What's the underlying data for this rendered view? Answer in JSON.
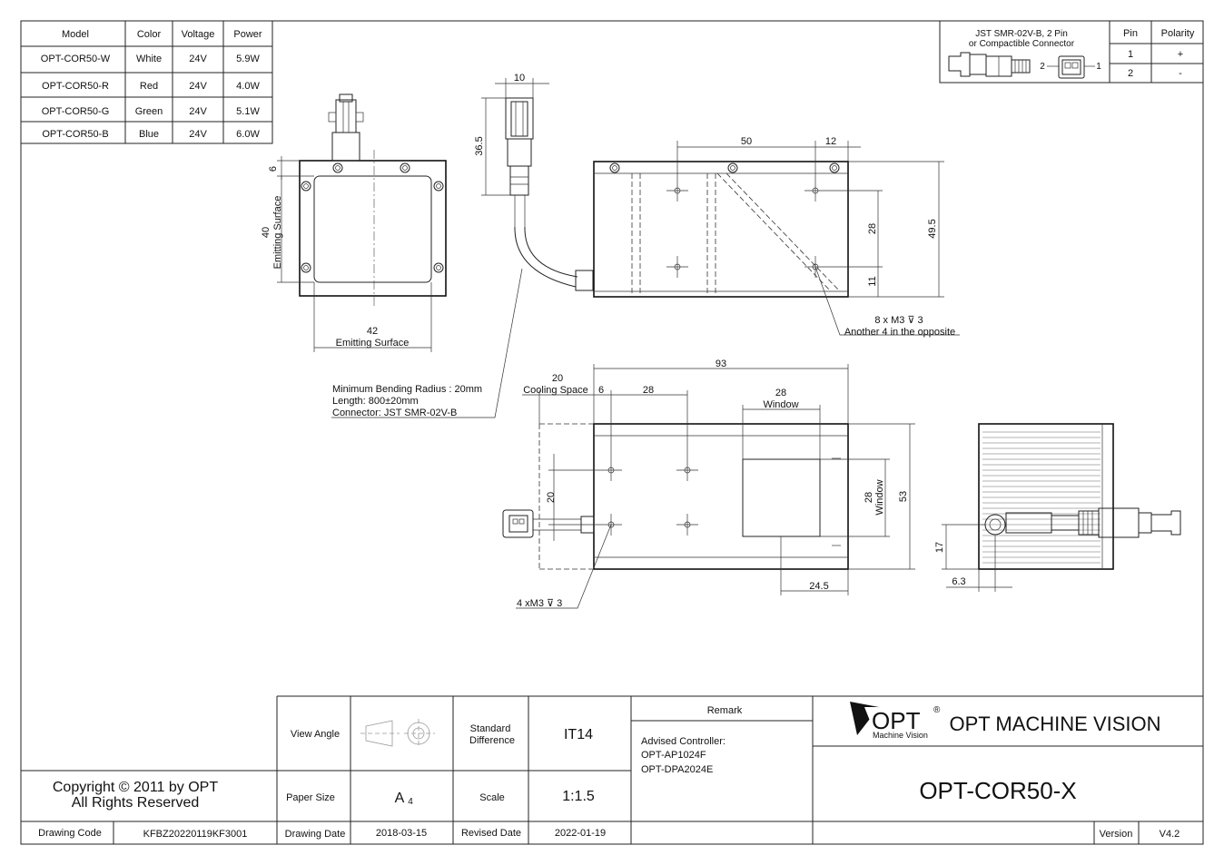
{
  "spec_table": {
    "headers": [
      "Model",
      "Color",
      "Voltage",
      "Power"
    ],
    "rows": [
      [
        "OPT-COR50-W",
        "White",
        "24V",
        "5.9W"
      ],
      [
        "OPT-COR50-R",
        "Red",
        "24V",
        "4.0W"
      ],
      [
        "OPT-COR50-G",
        "Green",
        "24V",
        "5.1W"
      ],
      [
        "OPT-COR50-B",
        "Blue",
        "24V",
        "6.0W"
      ]
    ]
  },
  "connector_box": {
    "title_line1": "JST SMR-02V-B, 2 Pin",
    "title_line2": "or Compactible Connector",
    "pin_header": "Pin",
    "polarity_header": "Polarity",
    "pins": [
      {
        "pin": "1",
        "polarity": "+"
      },
      {
        "pin": "2",
        "polarity": "-"
      }
    ],
    "label_pin2": "2",
    "label_pin1": "1"
  },
  "dimensions": {
    "front_height": "40",
    "front_height_note": "Emitting Surface",
    "front_top": "6",
    "front_width": "42",
    "front_width_note": "Emitting Surface",
    "side_connector_width": "10",
    "side_connector_height": "36.5",
    "top_spacing": "50",
    "top_edge": "12",
    "top_hole_span": "28",
    "top_hole_offset": "11",
    "top_height": "49.5",
    "screw_note": "8 x M3 ⊽ 3",
    "screw_note2": "Another 4 in the opposite",
    "bottom_length": "93",
    "cooling_space": "20",
    "cooling_space_label": "Cooling Space",
    "cooling_offset": "6",
    "hole_spacing": "28",
    "window_width": "28",
    "window_label": "Window",
    "hole_vertical": "20",
    "window_height": "28",
    "window_label_v": "Window",
    "bottom_height": "53",
    "bottom_offset": "24.5",
    "bottom_screw": "4 xM3 ⊽ 3",
    "end_height": "17",
    "end_offset": "6.3"
  },
  "cable_note": {
    "line1": "Minimum Bending Radius : 20mm",
    "line2": "Length: 800±20mm",
    "line3": "Connector: JST SMR-02V-B"
  },
  "title_block": {
    "copyright_line1": "Copyright © 2011 by OPT",
    "copyright_line2": "All Rights Reserved",
    "drawing_code_label": "Drawing Code",
    "drawing_code": "KFBZ20220119KF3001",
    "view_angle_label": "View Angle",
    "standard_diff_label1": "Standard",
    "standard_diff_label2": "Difference",
    "standard_diff": "IT14",
    "paper_size_label": "Paper Size",
    "paper_size": "A",
    "paper_size_sub": "4",
    "scale_label": "Scale",
    "scale": "1:1.5",
    "drawing_date_label": "Drawing Date",
    "drawing_date": "2018-03-15",
    "revised_date_label": "Revised Date",
    "revised_date": "2022-01-19",
    "remark_label": "Remark",
    "remark_line1": "Advised Controller:",
    "remark_line2": "OPT-AP1024F",
    "remark_line3": "OPT-DPA2024E",
    "logo_text": "OPT",
    "logo_registered": "®",
    "logo_sub": "Machine Vision",
    "company": "OPT MACHINE VISION",
    "product": "OPT-COR50-X",
    "version_label": "Version",
    "version": "V4.2"
  }
}
